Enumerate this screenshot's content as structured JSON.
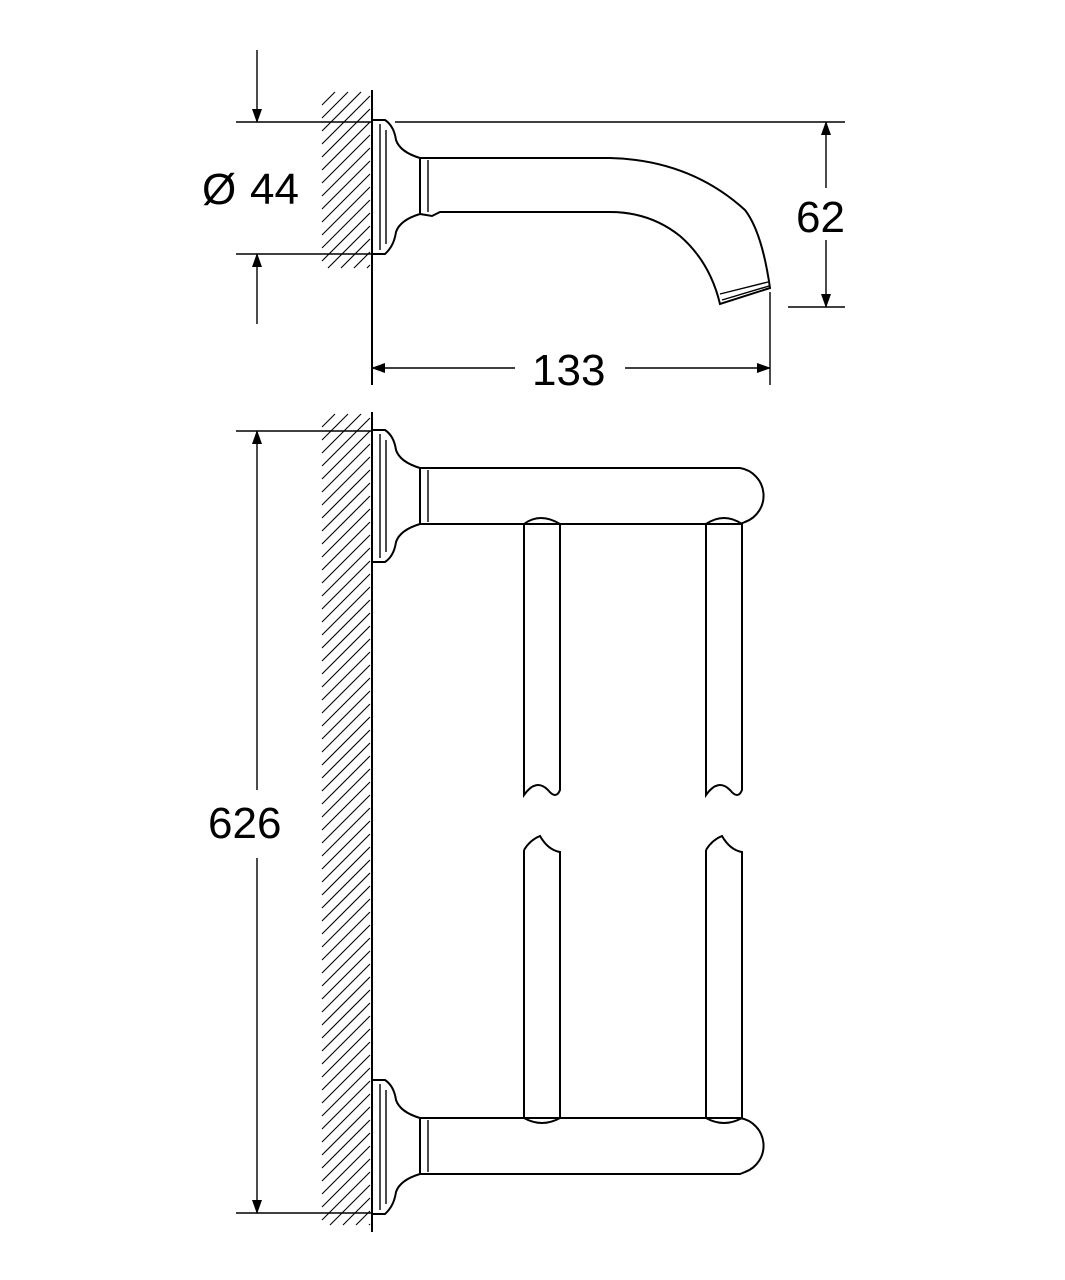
{
  "dimensions": {
    "diameter_symbol": "Ø",
    "diameter": "44",
    "projection": "62",
    "depth": "133",
    "length": "626"
  },
  "colors": {
    "line": "#000000",
    "background": "#ffffff"
  }
}
